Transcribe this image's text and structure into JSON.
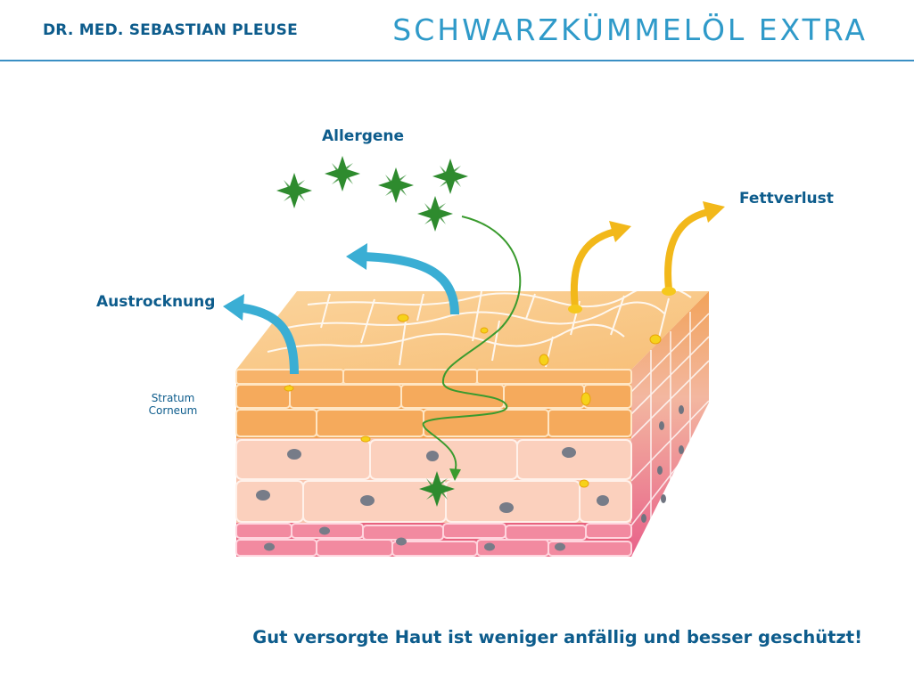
{
  "header": {
    "author": "DR. MED. SEBASTIAN PLEUSE",
    "title": "SCHWARZKÜMMELÖL EXTRA"
  },
  "diagram": {
    "labels": {
      "allergens": "Allergene",
      "fat_loss": "Fettverlust",
      "dehydration": "Austrocknung",
      "stratum": "Stratum",
      "corneum": "Corneum"
    }
  },
  "footer": {
    "tagline": "Gut versorgte Haut ist weniger anfällig und besser geschützt!"
  },
  "colors": {
    "brand_dark": "#0d5c8c",
    "brand_light": "#2f9ac9",
    "water_arrow": "#3aaed4",
    "fat_arrow": "#f2b81a",
    "allergen": "#2e8b2e"
  }
}
